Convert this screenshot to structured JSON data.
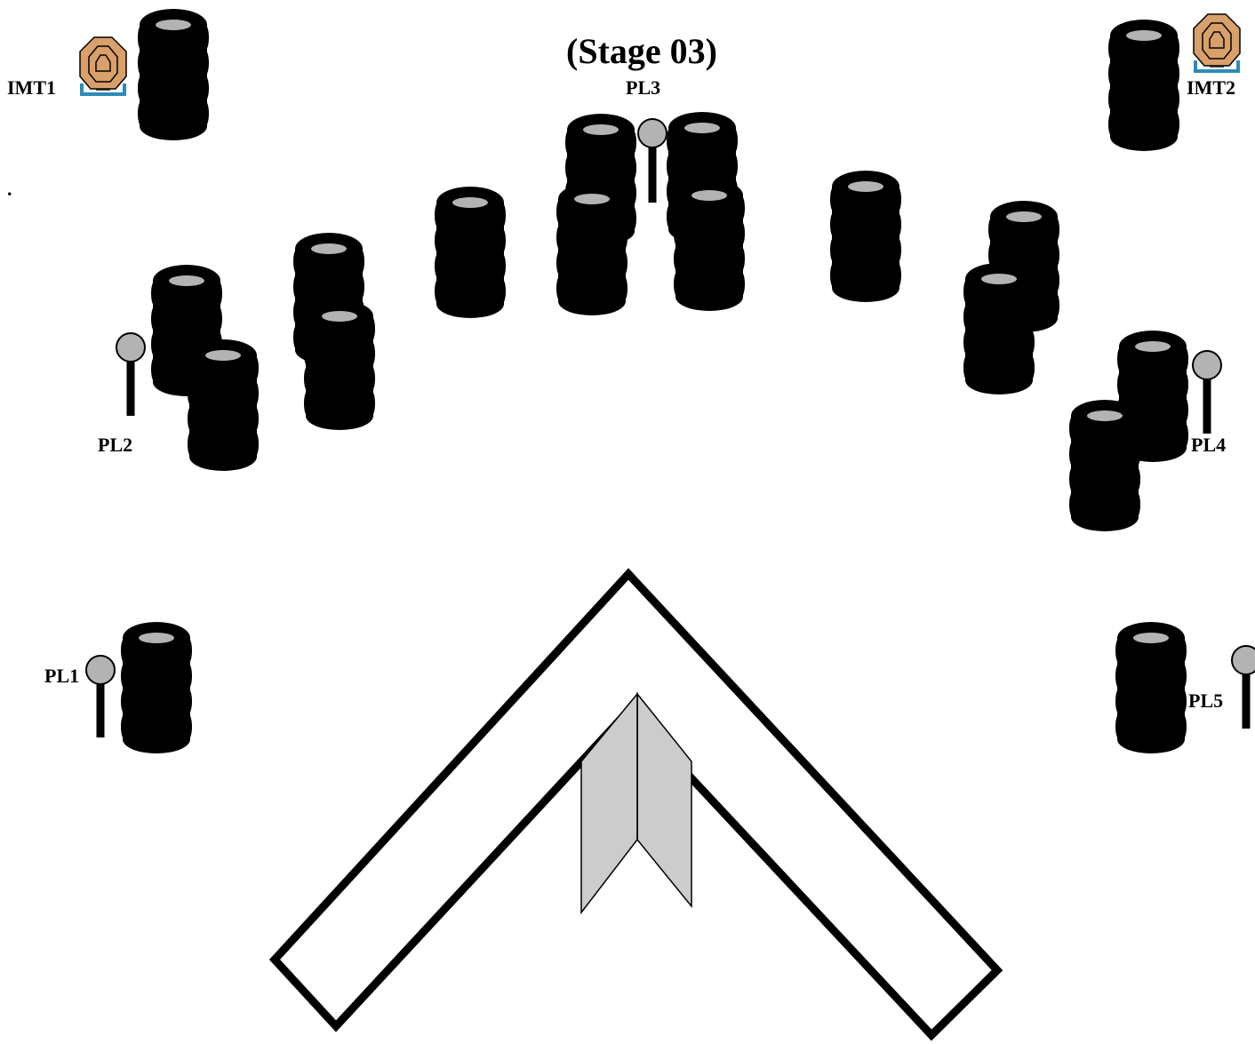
{
  "title": "(Stage 03)",
  "dot": ".",
  "labels": {
    "pl1": "PL1",
    "pl2": "PL2",
    "pl3": "PL3",
    "pl4": "PL4",
    "pl5": "PL5",
    "imt1": "IMT1",
    "imt2": "IMT2"
  },
  "colors": {
    "tire": "#000000",
    "tire_cap": "#b3b3b3",
    "popper_head": "#b3b3b3",
    "wall_fill": "#cccccc",
    "target_body": "#d9a06b",
    "target_stand": "#2e8ab8",
    "line": "#000000"
  },
  "icons": {
    "tire_stack": "tire-stack-icon",
    "popper": "popper-target-icon",
    "ipsc_target": "metal-target-icon"
  }
}
